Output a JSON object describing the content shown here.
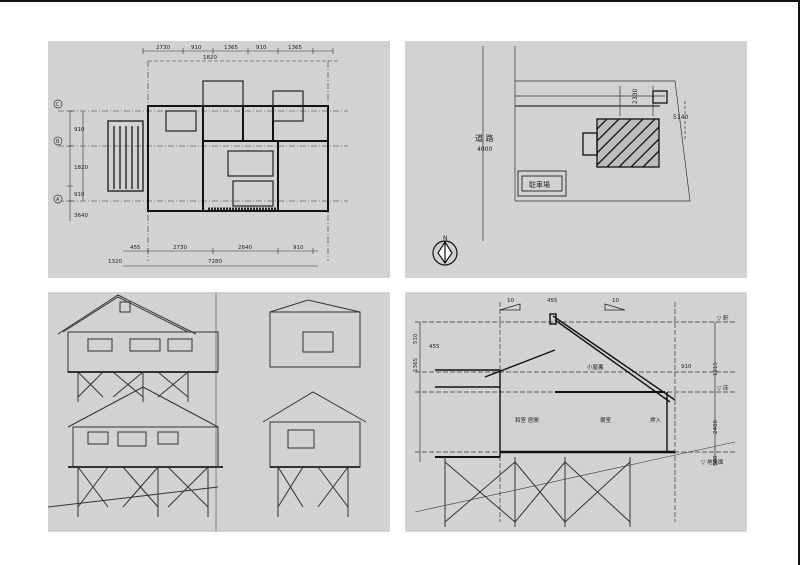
{
  "plan": {
    "dims_top": [
      "2730",
      "910",
      "1365",
      "910",
      "1365"
    ],
    "dim_top_sub": "1820",
    "grid_labels": [
      "C",
      "B",
      "A"
    ],
    "dims_left": [
      "910",
      "1820",
      "910"
    ],
    "dims_left_outer": [
      "3640"
    ],
    "dims_bottom": [
      "455",
      "2730",
      "2640",
      "910"
    ],
    "dim_bottom_total": "7280",
    "dim_bottom_left": "1320"
  },
  "site": {
    "road_label": "道 路",
    "road_width": "4000",
    "dim_a": "2330",
    "dim_b": "5140",
    "parking_label": "駐車場",
    "north_label": "N"
  },
  "section": {
    "slope_left": "10",
    "slope_right": "10",
    "dim_top_a": "455",
    "dim_left_a": "510",
    "dim_left_b": "455",
    "dim_left_c": "1365",
    "dim_mid": "910",
    "dim_right_a": "1215",
    "dim_right_b": "2400",
    "dim_right_c": "500",
    "room_attic": "小屋裏",
    "room_main": "和室 居間",
    "room_bed": "寝室",
    "room_storage": "押入",
    "level_labels": [
      "▽ 軒",
      "▽ 床",
      "▽ 地盤面"
    ]
  }
}
